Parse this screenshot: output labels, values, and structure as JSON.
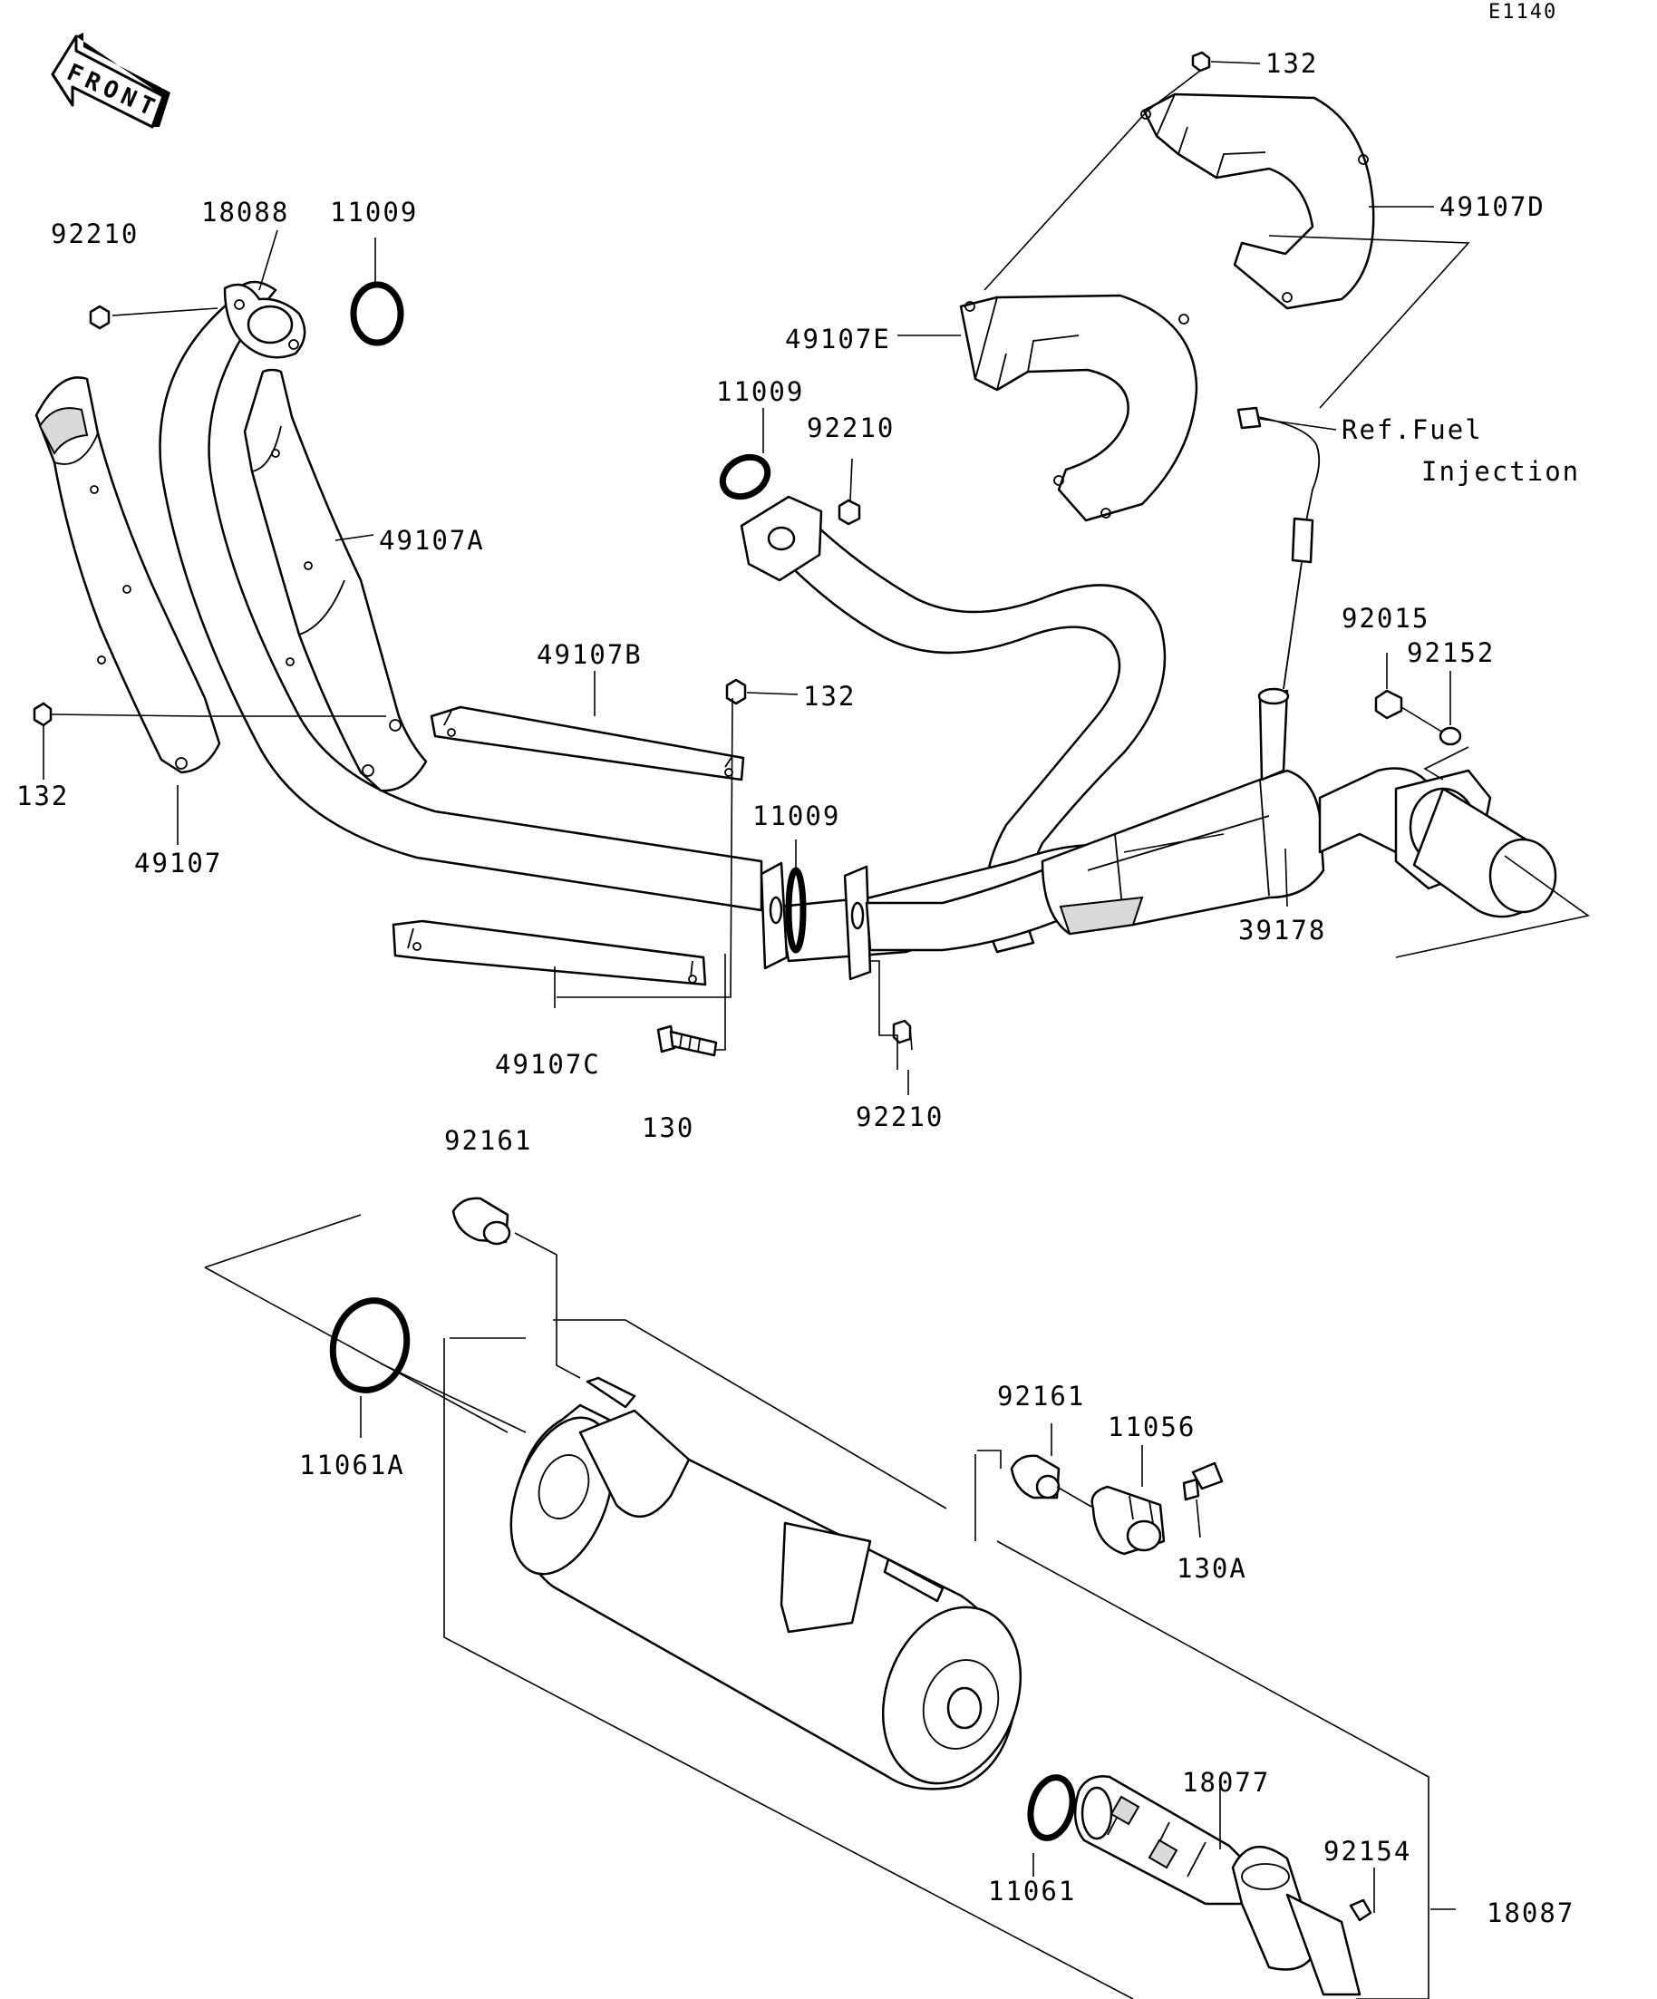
{
  "code": "E1140",
  "front_arrow": "FRONT",
  "ref_note": [
    "Ref.Fuel",
    "Injection"
  ],
  "labels": [
    {
      "id": "lbl-132-top",
      "text": "132"
    },
    {
      "id": "lbl-49107d",
      "text": "49107D"
    },
    {
      "id": "lbl-49107e",
      "text": "49107E"
    },
    {
      "id": "lbl-92210-tl",
      "text": "92210"
    },
    {
      "id": "lbl-18088",
      "text": "18088"
    },
    {
      "id": "lbl-11009-tl",
      "text": "11009"
    },
    {
      "id": "lbl-11009-mid",
      "text": "11009"
    },
    {
      "id": "lbl-92210-mid",
      "text": "92210"
    },
    {
      "id": "lbl-49107a",
      "text": "49107A"
    },
    {
      "id": "lbl-49107b",
      "text": "49107B"
    },
    {
      "id": "lbl-132-mid",
      "text": "132"
    },
    {
      "id": "lbl-132-left",
      "text": "132"
    },
    {
      "id": "lbl-49107",
      "text": "49107"
    },
    {
      "id": "lbl-11009-center",
      "text": "11009"
    },
    {
      "id": "lbl-92015",
      "text": "92015"
    },
    {
      "id": "lbl-92152",
      "text": "92152"
    },
    {
      "id": "lbl-39178",
      "text": "39178"
    },
    {
      "id": "lbl-49107c",
      "text": "49107C"
    },
    {
      "id": "lbl-130",
      "text": "130"
    },
    {
      "id": "lbl-92210-bot",
      "text": "92210"
    },
    {
      "id": "lbl-92161-top",
      "text": "92161"
    },
    {
      "id": "lbl-11061a",
      "text": "11061A"
    },
    {
      "id": "lbl-92161-right",
      "text": "92161"
    },
    {
      "id": "lbl-11056",
      "text": "11056"
    },
    {
      "id": "lbl-130a",
      "text": "130A"
    },
    {
      "id": "lbl-18077",
      "text": "18077"
    },
    {
      "id": "lbl-11061",
      "text": "11061"
    },
    {
      "id": "lbl-92154",
      "text": "92154"
    },
    {
      "id": "lbl-18087",
      "text": "18087"
    }
  ]
}
